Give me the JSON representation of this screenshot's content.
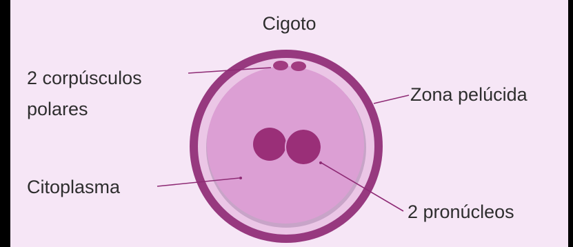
{
  "title": "Cigoto",
  "labels": {
    "polar_bodies_line1": "2 corpúsculos",
    "polar_bodies_line2": "polares",
    "zona_pellucida": "Zona pelúcida",
    "cytoplasm": "Citoplasma",
    "pronuclei": "2 pronúcleos"
  },
  "colors": {
    "background": "#f6e6f6",
    "zona": "#97397f",
    "perivitelline": "#ebc6e6",
    "cytoplasm": "#dc9fd4",
    "nuclei": "#9a2f78",
    "polar_bodies": "#a13b80",
    "text": "#2e2e2e",
    "leader_lines": "#8e2b75"
  }
}
